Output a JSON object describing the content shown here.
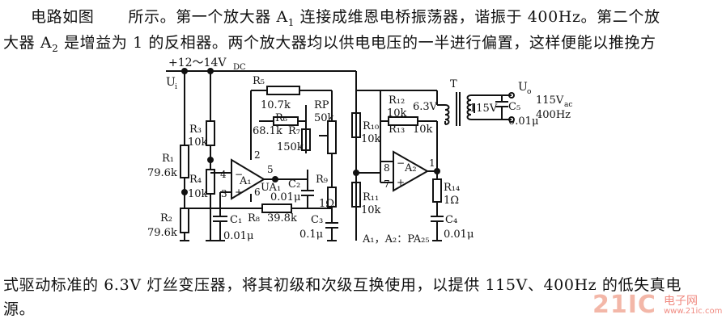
{
  "text": {
    "line1_a": "电路如图",
    "line1_b": "所示。第一个放大器 A",
    "line1_b_sub": "1",
    "line1_c": " 连接成维恩电桥振荡器，谐振于 400Hz。第二个放",
    "line2_a": "大器 A",
    "line2_a_sub": "2",
    "line2_b": " 是增益为 1 的反相器。两个放大器均以供电电压的一半进行偏置，这样便能以推挽方",
    "line3": "式驱动标准的 6.3V 灯丝变压器，将其初级和次级互换使用，以提供 115V、400Hz 的低失真电",
    "line4": "源。"
  },
  "circuit": {
    "supply": "+12～14V",
    "supply_sub": "DC",
    "u_in": "U",
    "u_in_sub": "i",
    "u_out": "U",
    "u_out_sub": "o",
    "out_label": "115V",
    "out_label_sub": "ac",
    "out_freq": "400Hz",
    "transformer": "T",
    "prim_v": "6.3V",
    "sec_v": "115V",
    "chip_note": "A₁，A₂：PA₂₅",
    "r1": "R₁",
    "r1_val": "79.6k",
    "r2": "R₂",
    "r2_val": "79.6k",
    "r3": "R₃",
    "r3_val": "10k",
    "r4": "R₄",
    "r4_val": "10k",
    "r5": "R₅",
    "r6": "R₆",
    "r6_val": "10.7k",
    "r7": "R₇",
    "r7_val": "68.1k",
    "r7_val2": "150k",
    "rp": "RP",
    "rp_val": "50k",
    "r8": "R₈",
    "r8_val": "39.8k",
    "r9": "R₉",
    "r9_val": "1Ω",
    "r10": "R₁₀",
    "r10_val": "10k",
    "r11": "R₁₁",
    "r11_val": "10k",
    "r12": "R₁₂",
    "r12_val": "10k",
    "r13": "R₁₃",
    "r13_val": "10k",
    "r14": "R₁₄",
    "r14_val": "1Ω",
    "c1": "C₁",
    "c1_val": "0.01μ",
    "c2": "C₂",
    "c2_val": "0.01μ",
    "c3": "C₃",
    "c3_val": "0.1μ",
    "c4": "C₄",
    "c4_val": "0.01μ",
    "c5": "C₅",
    "c5_val": "0.01μ",
    "a1": "A₁",
    "a2": "A₂",
    "ua1": "UA₁",
    "pin4": "4",
    "pin3": "3",
    "pin2": "2",
    "pin5": "5",
    "pin6": "6",
    "pin8": "8",
    "pin7": "7",
    "pin1": "1",
    "minus": "−",
    "plus": "+"
  },
  "watermark": {
    "brand": "21IC",
    "cn": "电子网",
    "url": "www.21ic.com"
  }
}
